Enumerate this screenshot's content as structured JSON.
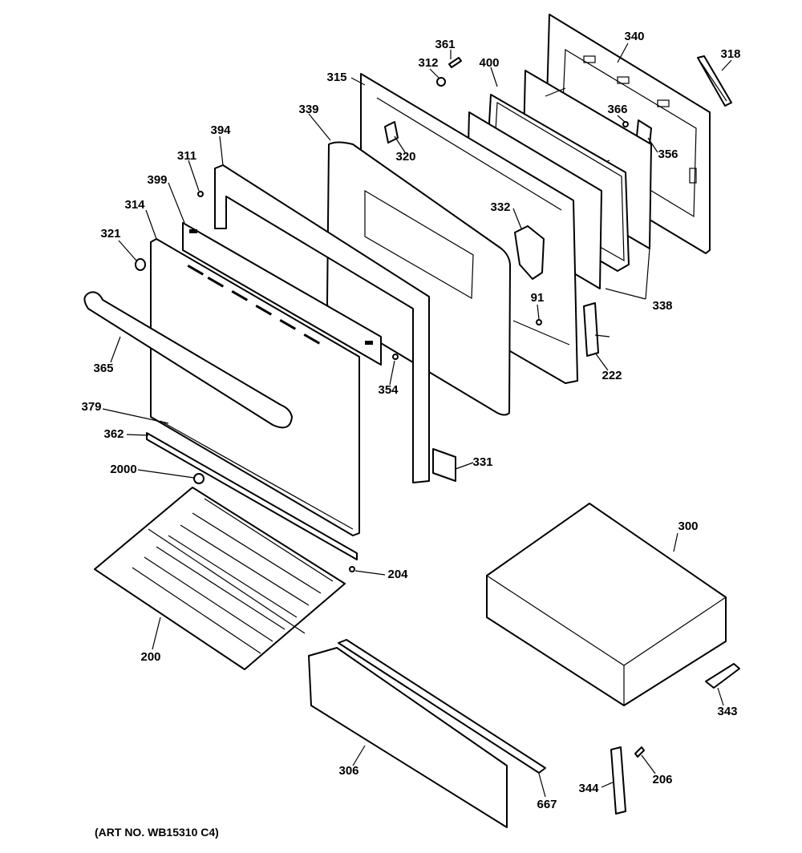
{
  "diagram": {
    "art_number": "(ART NO. WB15310 C4)",
    "parts": [
      {
        "id": "340",
        "label": "340"
      },
      {
        "id": "318",
        "label": "318"
      },
      {
        "id": "361",
        "label": "361"
      },
      {
        "id": "312",
        "label": "312"
      },
      {
        "id": "400",
        "label": "400"
      },
      {
        "id": "315",
        "label": "315"
      },
      {
        "id": "366",
        "label": "366"
      },
      {
        "id": "339",
        "label": "339"
      },
      {
        "id": "356",
        "label": "356"
      },
      {
        "id": "394",
        "label": "394"
      },
      {
        "id": "320",
        "label": "320"
      },
      {
        "id": "311",
        "label": "311"
      },
      {
        "id": "399",
        "label": "399"
      },
      {
        "id": "332",
        "label": "332"
      },
      {
        "id": "314",
        "label": "314"
      },
      {
        "id": "321",
        "label": "321"
      },
      {
        "id": "338",
        "label": "338"
      },
      {
        "id": "91",
        "label": "91"
      },
      {
        "id": "222",
        "label": "222"
      },
      {
        "id": "365",
        "label": "365"
      },
      {
        "id": "354",
        "label": "354"
      },
      {
        "id": "379",
        "label": "379"
      },
      {
        "id": "362",
        "label": "362"
      },
      {
        "id": "331",
        "label": "331"
      },
      {
        "id": "2000",
        "label": "2000"
      },
      {
        "id": "300",
        "label": "300"
      },
      {
        "id": "204",
        "label": "204"
      },
      {
        "id": "200",
        "label": "200"
      },
      {
        "id": "343",
        "label": "343"
      },
      {
        "id": "306",
        "label": "306"
      },
      {
        "id": "344",
        "label": "344"
      },
      {
        "id": "206",
        "label": "206"
      },
      {
        "id": "667",
        "label": "667"
      }
    ]
  }
}
